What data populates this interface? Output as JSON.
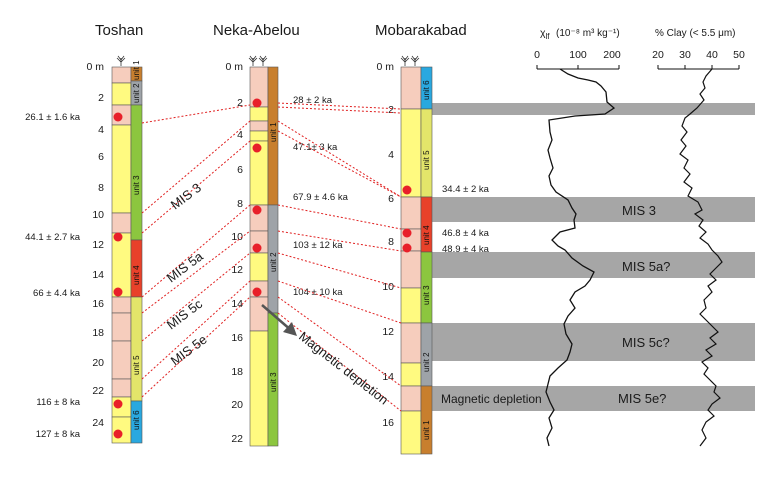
{
  "sections": {
    "toshan": {
      "title": "Toshan",
      "depth_unit": "m"
    },
    "neka": {
      "title": "Neka-Abelou",
      "depth_unit": "m"
    },
    "mobarakabad": {
      "title": "Mobarakabad",
      "depth_unit": "m"
    }
  },
  "toshan_depths": [
    "0 m",
    "2",
    "4",
    "6",
    "8",
    "10",
    "12",
    "14",
    "16",
    "18",
    "20",
    "22",
    "24"
  ],
  "neka_depths": [
    "0 m",
    "2",
    "4",
    "6",
    "8",
    "10",
    "12",
    "14",
    "16",
    "18",
    "20",
    "22"
  ],
  "mob_depths": [
    "0 m",
    "2",
    "4",
    "6",
    "8",
    "10",
    "12",
    "14",
    "16"
  ],
  "toshan_units": [
    "unit 1",
    "unit 2",
    "unit 3",
    "unit 4",
    "unit 5",
    "unit 6"
  ],
  "neka_units": [
    "unit 1",
    "unit 2",
    "unit 3"
  ],
  "mob_units": [
    "unit 6",
    "unit 5",
    "unit 4",
    "unit 3",
    "unit 2",
    "unit 1"
  ],
  "ages": {
    "toshan": [
      "26.1 ± 1.6 ka",
      "44.1 ± 2.7 ka",
      "66 ± 4.4 ka",
      "116 ± 8 ka",
      "127 ± 8 ka"
    ],
    "neka": [
      "28 ± 2 ka",
      "47.1± 3 ka",
      "67.9 ± 4.6 ka",
      "103 ± 12 ka",
      "104 ± 10 ka"
    ],
    "mob": [
      "34.4 ± 2 ka",
      "46.8 ± 4 ka",
      "48.9 ± 4 ka"
    ]
  },
  "correlations": [
    "MIS 3",
    "MIS 5a",
    "MIS 5c",
    "MIS 5e"
  ],
  "bands": [
    "MIS 3",
    "MIS 5a?",
    "MIS 5c?",
    "MIS 5e?"
  ],
  "labels": {
    "mag_depletion_arrow": "Magnetic depletion",
    "mag_depletion_band": "Magnetic depletion"
  },
  "chi": {
    "label_chi": "χ",
    "label_sub": "lf",
    "label_units": "(10⁻⁸ m³ kg⁻¹)",
    "ticks": [
      "0",
      "100",
      "200"
    ]
  },
  "clay": {
    "label": "% Clay  (< 5.5 μm)",
    "ticks": [
      "20",
      "30",
      "40",
      "50"
    ]
  },
  "colors": {
    "pink": "#f6cdbd",
    "yellow": "#fffa80",
    "green": "#8cc63f",
    "red": "#e8412a",
    "orange": "#c87f2e",
    "blue": "#29a8df",
    "gray_unit": "#9ea3a8",
    "band": "#a6a6a6",
    "dot": "#e8202a",
    "tie": "#e02020"
  }
}
